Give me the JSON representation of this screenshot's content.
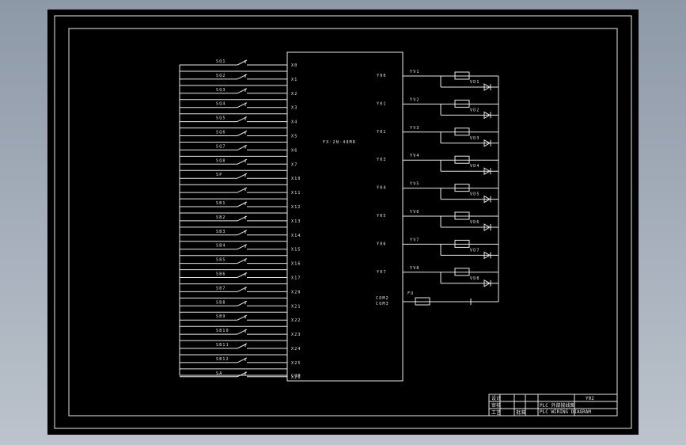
{
  "diagram": {
    "plc_model": "FX·2N·48MR",
    "inputs": [
      {
        "switch": "SQ1",
        "port": "X0"
      },
      {
        "switch": "SQ2",
        "port": "X1"
      },
      {
        "switch": "SQ3",
        "port": "X2"
      },
      {
        "switch": "SQ4",
        "port": "X3"
      },
      {
        "switch": "SQ5",
        "port": "X4"
      },
      {
        "switch": "SQ6",
        "port": "X5"
      },
      {
        "switch": "SQ7",
        "port": "X6"
      },
      {
        "switch": "SQ8",
        "port": "X7"
      },
      {
        "switch": "SP",
        "port": "X10"
      },
      {
        "switch": "",
        "port": "X11"
      },
      {
        "switch": "SB1",
        "port": "X12"
      },
      {
        "switch": "SB2",
        "port": "X13"
      },
      {
        "switch": "SB3",
        "port": "X14"
      },
      {
        "switch": "SB4",
        "port": "X15"
      },
      {
        "switch": "SB5",
        "port": "X16"
      },
      {
        "switch": "SB6",
        "port": "X17"
      },
      {
        "switch": "SB7",
        "port": "X20"
      },
      {
        "switch": "SB8",
        "port": "X21"
      },
      {
        "switch": "SB9",
        "port": "X22"
      },
      {
        "switch": "SB10",
        "port": "X23"
      },
      {
        "switch": "SB11",
        "port": "X24"
      },
      {
        "switch": "SB12",
        "port": "X25"
      },
      {
        "switch": "SA",
        "port": "X26"
      }
    ],
    "com_label": "COM",
    "outputs": [
      {
        "port": "Y00",
        "valve": "YV1",
        "diode": "VD1"
      },
      {
        "port": "Y01",
        "valve": "YV2",
        "diode": "VD2"
      },
      {
        "port": "Y02",
        "valve": "YV3",
        "diode": "VD3"
      },
      {
        "port": "Y03",
        "valve": "YV4",
        "diode": "VD4"
      },
      {
        "port": "Y04",
        "valve": "YV5",
        "diode": "VD5"
      },
      {
        "port": "Y05",
        "valve": "YV6",
        "diode": "VD6"
      },
      {
        "port": "Y06",
        "valve": "YV7",
        "diode": "VD7"
      },
      {
        "port": "Y07",
        "valve": "YV8",
        "diode": "VD8"
      }
    ],
    "com_outputs": [
      "COM2",
      "COM3"
    ],
    "fuse_label": "FU"
  },
  "title_block": {
    "drawing_no": "Y02",
    "caption": "PLC 外部接线图",
    "title_en": "PLC WIRING DIAGRAM",
    "row_labels": [
      "设计",
      "审核",
      "工艺",
      "批准"
    ]
  }
}
